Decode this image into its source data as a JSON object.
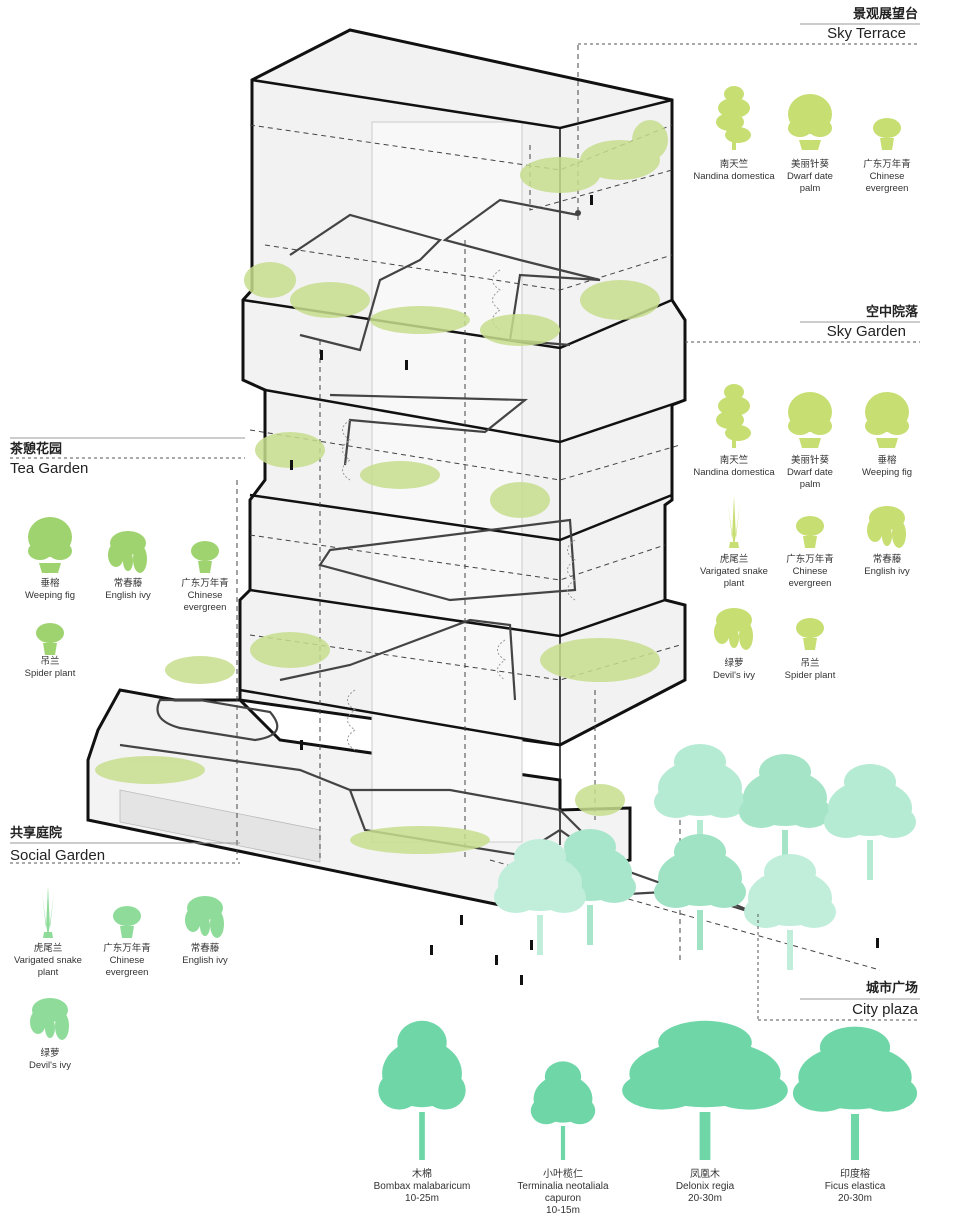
{
  "sections": {
    "sky_terrace": {
      "zh": "景观展望台",
      "en": "Sky Terrace",
      "plants": [
        {
          "zh": "南天竺",
          "en": [
            "Nandina domestica"
          ]
        },
        {
          "zh": "美丽针葵",
          "en": [
            "Dwarf date",
            "palm"
          ]
        },
        {
          "zh": "广东万年青",
          "en": [
            "Chinese",
            "evergreen"
          ]
        }
      ]
    },
    "sky_garden": {
      "zh": "空中院落",
      "en": "Sky Garden",
      "plants": [
        {
          "zh": "南天竺",
          "en": [
            "Nandina domestica"
          ]
        },
        {
          "zh": "美丽针葵",
          "en": [
            "Dwarf date",
            "palm"
          ]
        },
        {
          "zh": "垂榕",
          "en": [
            "Weeping fig"
          ]
        },
        {
          "zh": "虎尾兰",
          "en": [
            "Varigated snake",
            "plant"
          ]
        },
        {
          "zh": "广东万年青",
          "en": [
            "Chinese",
            "evergreen"
          ]
        },
        {
          "zh": "常春藤",
          "en": [
            "English ivy"
          ]
        },
        {
          "zh": "绿萝",
          "en": [
            "Devil's ivy"
          ]
        },
        {
          "zh": "吊兰",
          "en": [
            "Spider plant"
          ]
        }
      ]
    },
    "tea_garden": {
      "zh": "茶憩花园",
      "en": "Tea Garden",
      "plants": [
        {
          "zh": "垂榕",
          "en": [
            "Weeping fig"
          ]
        },
        {
          "zh": "常春藤",
          "en": [
            "English ivy"
          ]
        },
        {
          "zh": "广东万年青",
          "en": [
            "Chinese",
            "evergreen"
          ]
        },
        {
          "zh": "吊兰",
          "en": [
            "Spider plant"
          ]
        }
      ]
    },
    "social_garden": {
      "zh": "共享庭院",
      "en": "Social Garden",
      "plants": [
        {
          "zh": "虎尾兰",
          "en": [
            "Varigated snake",
            "plant"
          ]
        },
        {
          "zh": "广东万年青",
          "en": [
            "Chinese",
            "evergreen"
          ]
        },
        {
          "zh": "常春藤",
          "en": [
            "English ivy"
          ]
        },
        {
          "zh": "绿萝",
          "en": [
            "Devil's ivy"
          ]
        }
      ]
    },
    "city_plaza": {
      "zh": "城市广场",
      "en": "City plaza",
      "trees": [
        {
          "zh": "木棉",
          "en": [
            "Bombax malabaricum",
            "10-25m"
          ]
        },
        {
          "zh": "小叶榄仁",
          "en": [
            "Terminalia neotaliala",
            "capuron",
            "10-15m"
          ]
        },
        {
          "zh": "凤凰木",
          "en": [
            "Delonix regia",
            "20-30m"
          ]
        },
        {
          "zh": "印度榕",
          "en": [
            "Ficus elastica",
            "20-30m"
          ]
        }
      ]
    }
  },
  "colors": {
    "plant_light": "#c9de72",
    "plant_mid": "#b2d36a",
    "plant_green": "#8fcf7e",
    "tree_teal": "#6fd6a8",
    "tree_light": "#a8e6cc",
    "building_fill": "#f2f2f2",
    "outline": "#111111"
  }
}
